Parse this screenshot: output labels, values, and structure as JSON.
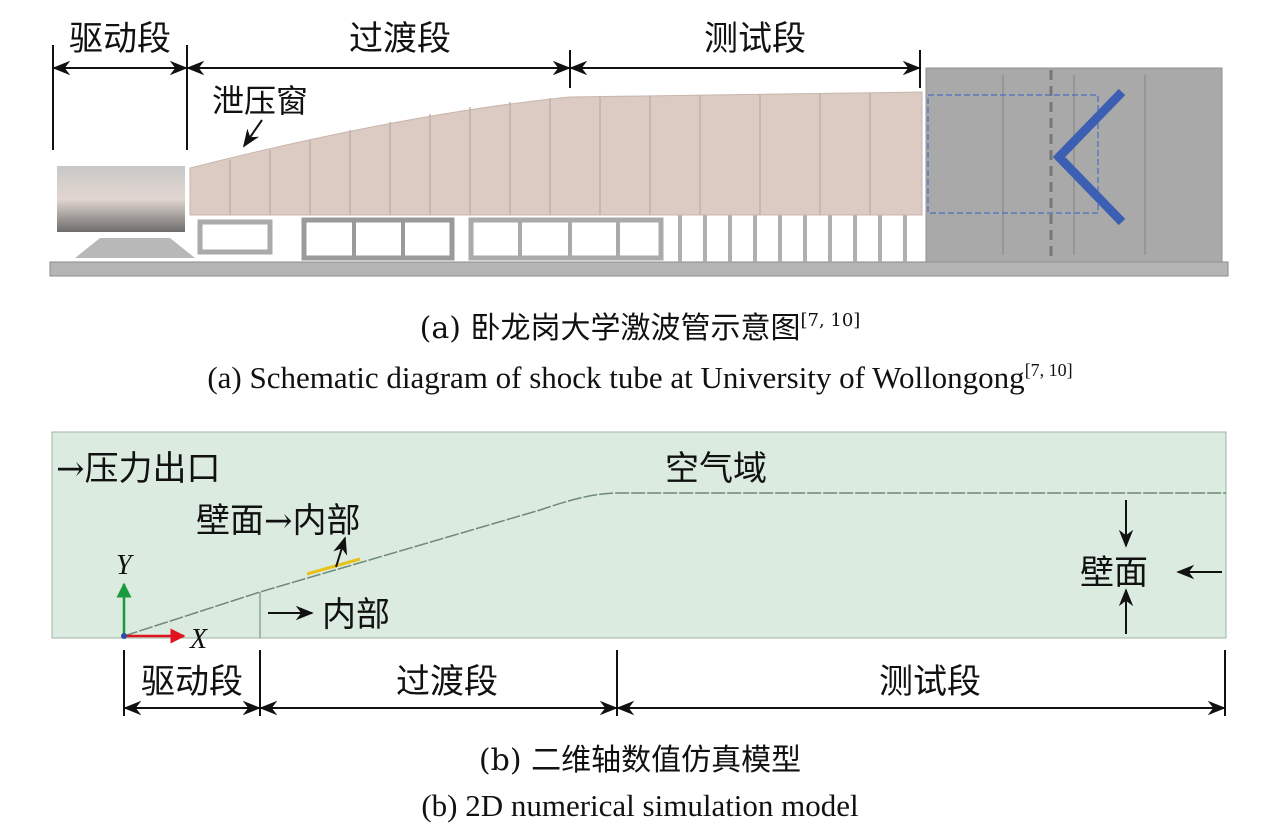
{
  "panel_a": {
    "sections": [
      "驱动段",
      "过渡段",
      "测试段"
    ],
    "vent_label": "泄压窗",
    "caption_cn": "(a) 卧龙岗大学激波管示意图",
    "caption_en": "(a) Schematic diagram of shock tube at University of Wollongong",
    "citation": "[7, 10]"
  },
  "panel_b": {
    "pressure_outlet": "→压力出口",
    "air_domain": "空气域",
    "wall_to_interior": "壁面→内部",
    "interior": "内部",
    "wall": "壁面",
    "axis_x": "X",
    "axis_y": "Y",
    "sections": [
      "驱动段",
      "过渡段",
      "测试段"
    ],
    "caption_cn": "(b) 二维轴数值仿真模型",
    "caption_en": "(b) 2D numerical simulation model"
  },
  "colors": {
    "tube": "#dccbc3",
    "chamber": "#a9a9a9",
    "deflector": "#3d5fb3",
    "domain": "#dcebdf",
    "axis_x": "#e0141e",
    "axis_y": "#1a9a3c",
    "highlight": "#e8c11a"
  }
}
